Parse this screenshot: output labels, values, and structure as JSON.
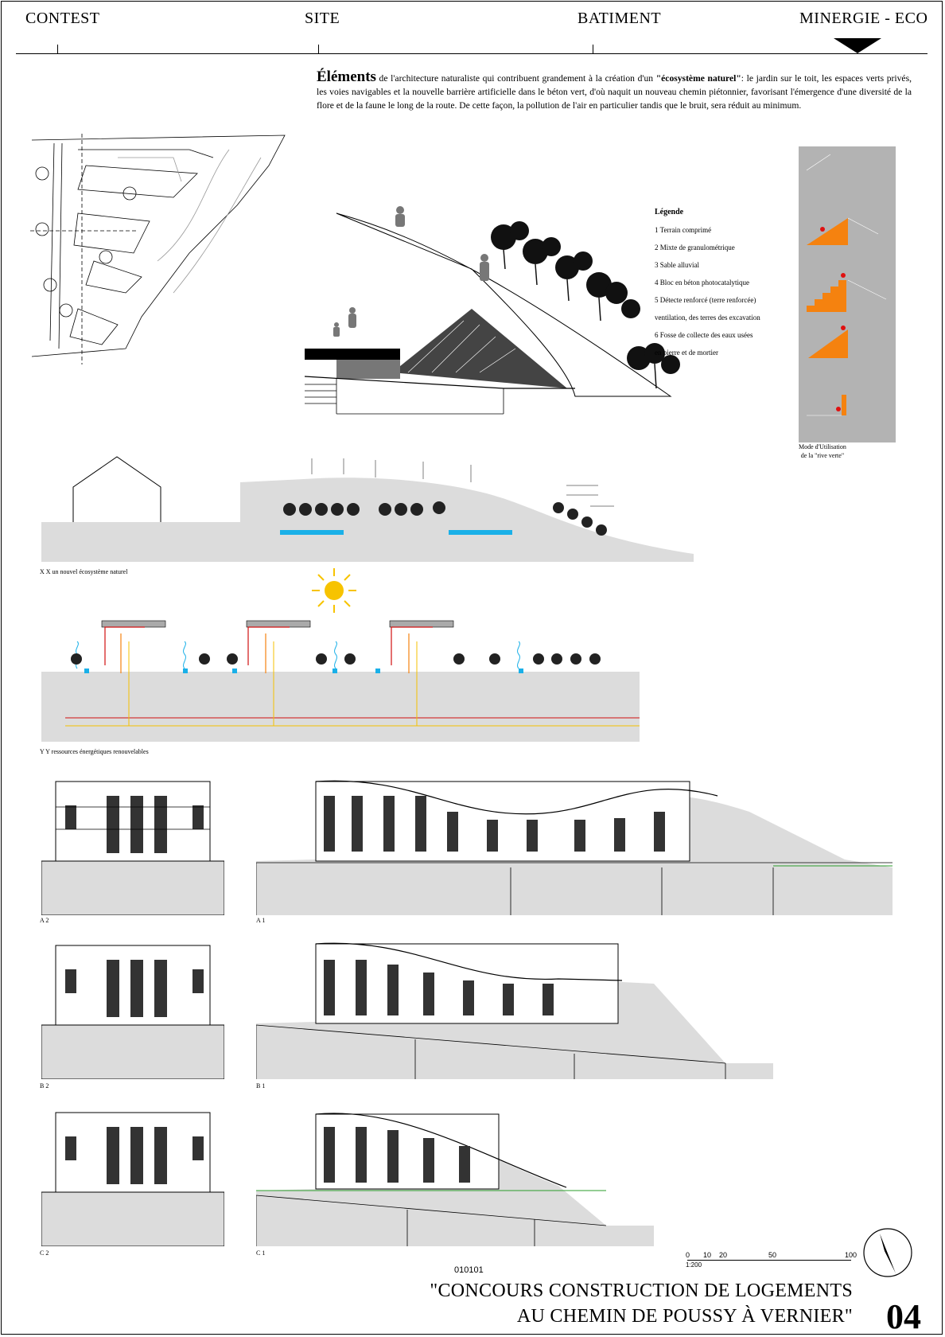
{
  "nav": {
    "contest": "CONTEST",
    "site": "SITE",
    "batiment": "BATIMENT",
    "minergie": "MINERGIE - ECO"
  },
  "intro": {
    "lead": "Éléments",
    "text_a": " de l'architecture naturaliste qui contribuent grandement à la création d'un ",
    "highlight": "\"écosystème naturel\"",
    "text_b": ": le jardin sur le toit, les espaces verts privés, les voies navigables et la nouvelle barrière artificielle dans le béton vert, d'où naquit un nouveau chemin piétonnier, favorisant l'émergence d'une diversité de la flore et de la faune le long de la route. De cette façon, la pollution de l'air en particulier tandis que le bruit, sera réduit au minimum."
  },
  "legend": {
    "title": "Légende",
    "items": [
      "1 Terrain comprimé",
      "2 Mixte de granulométrique",
      "3 Sable alluvial",
      "4 Bloc en béton photocatalytique",
      "5 Détecte renforcé (terre renforcée)",
      "ventilation, des terres des excavation",
      "6 Fosse de collecte des eaux usées",
      "en pierre et de mortier"
    ]
  },
  "mode": {
    "line1": "Mode d'Utilisation",
    "line2": "de la \"rive verte\""
  },
  "captions": {
    "xx": "X X  un nouvel écosystème naturel",
    "yy": "Y Y  ressources énergétiques renouvelables",
    "a2": "A 2",
    "a1": "A 1",
    "b2": "B 2",
    "b1": "B 1",
    "c2": "C 2",
    "c1": "C 1"
  },
  "scale_bar": {
    "ticks": [
      "0",
      "10",
      "20",
      "50",
      "100"
    ],
    "label": "1:200"
  },
  "footer": {
    "code": "010101",
    "title_line1": "\"CONCOURS CONSTRUCTION DE LOGEMENTS",
    "title_line2": "AU CHEMIN DE POUSSY  À VERNIER\"",
    "page": "04"
  },
  "colors": {
    "accent_orange": "#f5820f",
    "water_blue": "#1ab0e8",
    "sun_yellow": "#f7c300",
    "ground_gray": "#dcdcdc"
  }
}
